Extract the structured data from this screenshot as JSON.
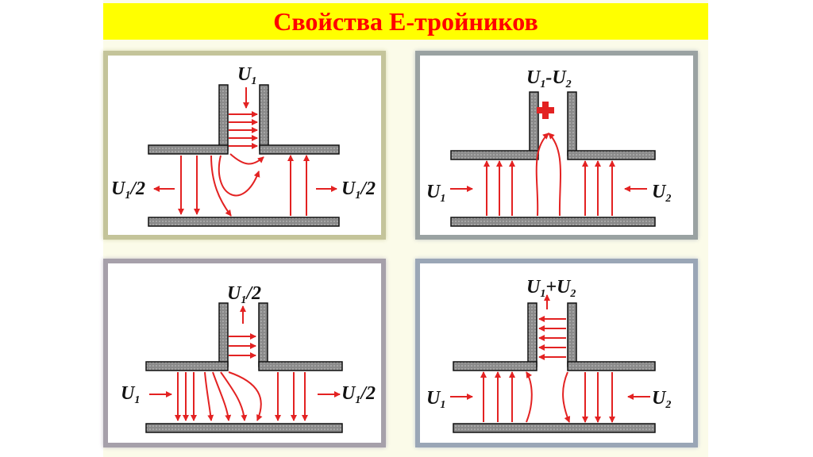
{
  "title": "Свойства Е-тройников",
  "colors": {
    "title_bg": "#ffff00",
    "title_text": "#ff0000",
    "arrow": "#e32222",
    "wall": "#8a8a8a"
  },
  "panels": [
    {
      "labels": {
        "top": "U",
        "top_sub": "1",
        "top_suffix": "",
        "left": "U",
        "left_sub": "1",
        "left_suffix": "/2",
        "right": "U",
        "right_sub": "1",
        "right_suffix": "/2"
      }
    },
    {
      "labels": {
        "top": "U",
        "top_sub": "1",
        "top_suffix": "-U",
        "top_sub2": "2",
        "left": "U",
        "left_sub": "1",
        "right": "U",
        "right_sub": "2"
      }
    },
    {
      "labels": {
        "top": "U",
        "top_sub": "1",
        "top_suffix": "/2",
        "left": "U",
        "left_sub": "1",
        "right": "U",
        "right_sub": "1",
        "right_suffix": "/2"
      }
    },
    {
      "labels": {
        "top": "U",
        "top_sub": "1",
        "top_suffix": "+U",
        "top_sub2": "2",
        "left": "U",
        "left_sub": "1",
        "right": "U",
        "right_sub": "2"
      }
    }
  ]
}
